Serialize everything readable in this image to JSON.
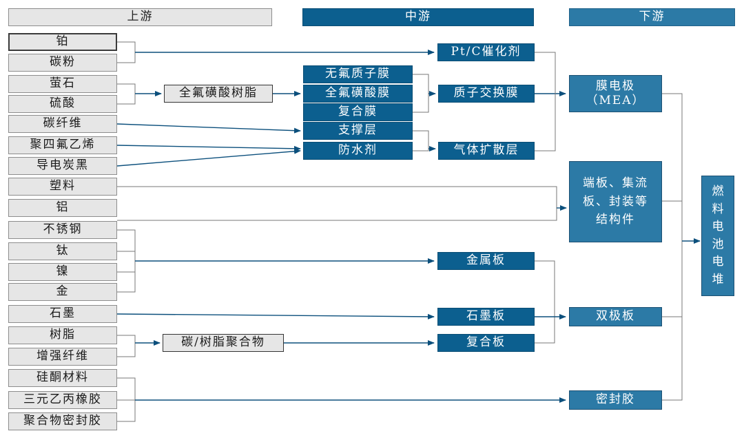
{
  "headers": {
    "upstream": "上游",
    "midstream": "中游",
    "downstream": "下游"
  },
  "upstream": {
    "platinum": "铂",
    "carbon_powder": "碳粉",
    "fluorite": "萤石",
    "sulfuric_acid": "硫酸",
    "carbon_fiber": "碳纤维",
    "ptfe": "聚四氟乙烯",
    "conductive_carbon_black": "导电炭黑",
    "plastic": "塑料",
    "aluminum": "铝",
    "stainless_steel": "不锈钢",
    "titanium": "钛",
    "nickel": "镍",
    "gold": "金",
    "graphite": "石墨",
    "resin": "树脂",
    "reinforced_fiber": "增强纤维",
    "silicone": "硅酮材料",
    "epdm": "三元乙丙橡胶",
    "polymer_sealant": "聚合物密封胶"
  },
  "intermediate": {
    "pfsa_resin": "全氟磺酸树脂",
    "carbon_resin_composite": "碳/树脂聚合物"
  },
  "midstream": {
    "nonfluoro_pem": "无氟质子膜",
    "pfsa_membrane": "全氟磺酸膜",
    "composite_membrane": "复合膜",
    "support_layer": "支撑层",
    "waterproof_agent": "防水剂",
    "ptc_catalyst": "Pt/C催化剂",
    "pem": "质子交换膜",
    "gdl": "气体扩散层",
    "metal_plate": "金属板",
    "graphite_plate": "石墨板",
    "composite_plate": "复合板"
  },
  "downstream": {
    "mea_line1": "膜电极",
    "mea_line2": "（MEA）",
    "structural_parts": "端板、集流板、封装等结构件",
    "bipolar_plate": "双极板",
    "sealant": "密封胶",
    "fuel_cell_stack": "燃料电池电堆"
  }
}
